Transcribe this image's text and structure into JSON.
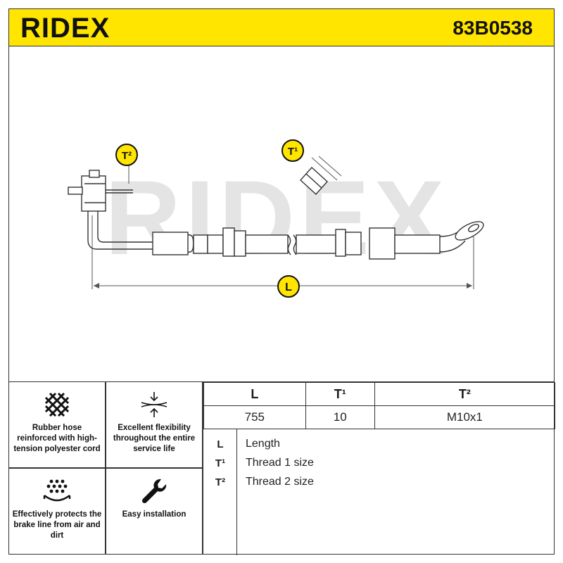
{
  "header": {
    "brand": "RIDEX",
    "part_number": "83B0538",
    "background_color": "#ffe500"
  },
  "drawing": {
    "watermark": "RIDEX",
    "callout_t1": "T¹",
    "callout_t2": "T²",
    "callout_l": "L"
  },
  "features": [
    {
      "icon": "mesh-icon",
      "text": "Rubber hose reinforced with high-tension polyester cord"
    },
    {
      "icon": "flex-icon",
      "text": "Excellent flexibility throughout the entire service life"
    },
    {
      "icon": "shield-dots-icon",
      "text": "Effectively protects the brake line from air and dirt"
    },
    {
      "icon": "wrench-icon",
      "text": "Easy installation"
    }
  ],
  "spec": {
    "headers": [
      "L",
      "T¹",
      "T²"
    ],
    "values": [
      "755",
      "10",
      "M10x1"
    ]
  },
  "legend": [
    {
      "key": "L",
      "label": "Length"
    },
    {
      "key": "T¹",
      "label": "Thread 1 size"
    },
    {
      "key": "T²",
      "label": "Thread 2 size"
    }
  ]
}
